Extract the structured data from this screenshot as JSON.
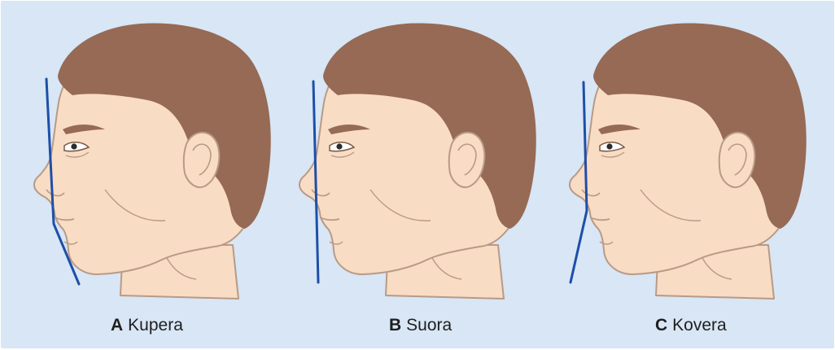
{
  "panels": [
    {
      "letter": "A",
      "label": "Kupera"
    },
    {
      "letter": "B",
      "label": "Suora"
    },
    {
      "letter": "C",
      "label": "Kovera"
    }
  ],
  "colors": {
    "background": "#d8e6f5",
    "skin": "#f9dcc4",
    "skin_outline": "#b99a86",
    "hair": "#966a55",
    "profile_line": "#1e4fa8"
  }
}
